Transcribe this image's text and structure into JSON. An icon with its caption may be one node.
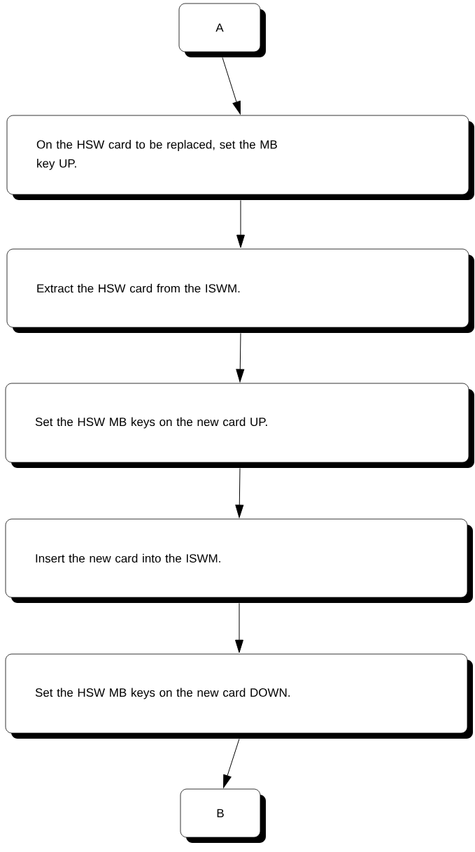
{
  "diagram": {
    "nodes": [
      {
        "text": [
          "A"
        ]
      },
      {
        "text": [
          "On the HSW card to be replaced, set the MB key UP."
        ]
      },
      {
        "text": [
          "Extract the HSW card from the ISWM."
        ]
      },
      {
        "text": [
          "Set the HSW MB keys on the new card UP."
        ]
      },
      {
        "text": [
          "Insert the new card into the ISWM."
        ]
      },
      {
        "text": [
          "Set the HSW MB keys on the new card DOWN."
        ]
      },
      {
        "text": [
          "B"
        ]
      }
    ],
    "edges": [
      {
        "from": 0,
        "to": 1,
        "arrow": "to"
      },
      {
        "from": 1,
        "to": 2,
        "arrow": "to"
      },
      {
        "from": 2,
        "to": 3,
        "arrow": "to"
      },
      {
        "from": 3,
        "to": 4,
        "arrow": "to"
      },
      {
        "from": 4,
        "to": 5,
        "arrow": "to"
      },
      {
        "from": 5,
        "to": 6,
        "arrow": "to"
      }
    ]
  }
}
